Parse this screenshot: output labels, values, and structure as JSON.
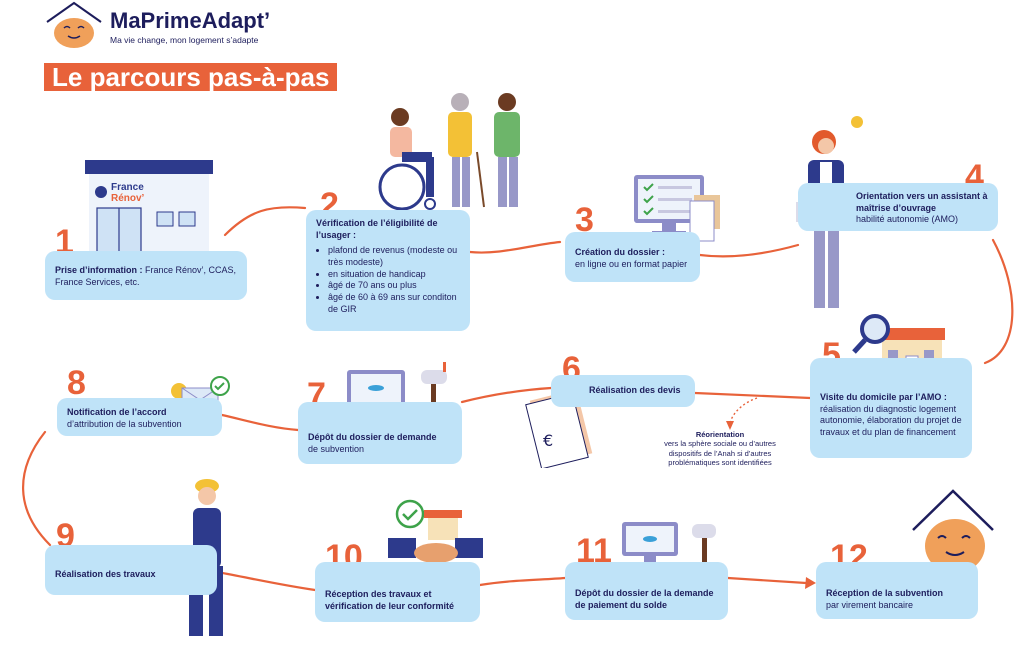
{
  "brand": {
    "name": "MaPrimeAdapt’",
    "tagline": "Ma vie change, mon logement s’adapte"
  },
  "title": "Le parcours pas-à-pas",
  "france_renov_sign": {
    "line1": "France",
    "line2": "Rénov’"
  },
  "steps": [
    {
      "num": "1",
      "bold": "Prise d’information :",
      "text": " France Rénov’, CCAS, France Services, etc."
    },
    {
      "num": "2",
      "bold": "Vérification de l’éligibilité de l’usager :",
      "bullets": [
        "plafond de revenus (modeste ou très modeste)",
        "en situation de handicap",
        "âgé de 70 ans ou plus",
        "âgé de 60 à 69 ans sur conditon de GIR"
      ]
    },
    {
      "num": "3",
      "bold": "Création du dossier :",
      "text": "en ligne ou en format papier"
    },
    {
      "num": "4",
      "bold": "Orientation vers un assistant à maîtrise d’ouvrage",
      "text": "habilité autonomie (AMO)"
    },
    {
      "num": "5",
      "bold": "Visite du domicile par l’AMO :",
      "text": "réalisation du diagnostic logement autonomie, élaboration du projet de travaux et du plan de financement"
    },
    {
      "num": "6",
      "bold": "Réalisation des devis",
      "text": ""
    },
    {
      "num": "7",
      "bold": "Dépôt du dossier de demande",
      "text": "de subvention"
    },
    {
      "num": "8",
      "bold": "Notification de l’accord",
      "text": "d’attribution de la subvention"
    },
    {
      "num": "9",
      "bold": "Réalisation des travaux",
      "text": ""
    },
    {
      "num": "10",
      "bold": "Réception des travaux et vérification de leur conformité",
      "text": ""
    },
    {
      "num": "11",
      "bold": "Dépôt du dossier de la demande de paiement du solde",
      "text": ""
    },
    {
      "num": "12",
      "bold": "Réception de la subvention",
      "text": "par virement bancaire"
    }
  ],
  "reorientation": {
    "title": "Réorientation",
    "text": "vers la sphère sociale ou d’autres dispositifs de l’Anah si d’autres problématiques sont identifiées"
  },
  "colors": {
    "accent": "#e8623a",
    "card": "#bfe3f8",
    "navy": "#1d1d5c"
  }
}
